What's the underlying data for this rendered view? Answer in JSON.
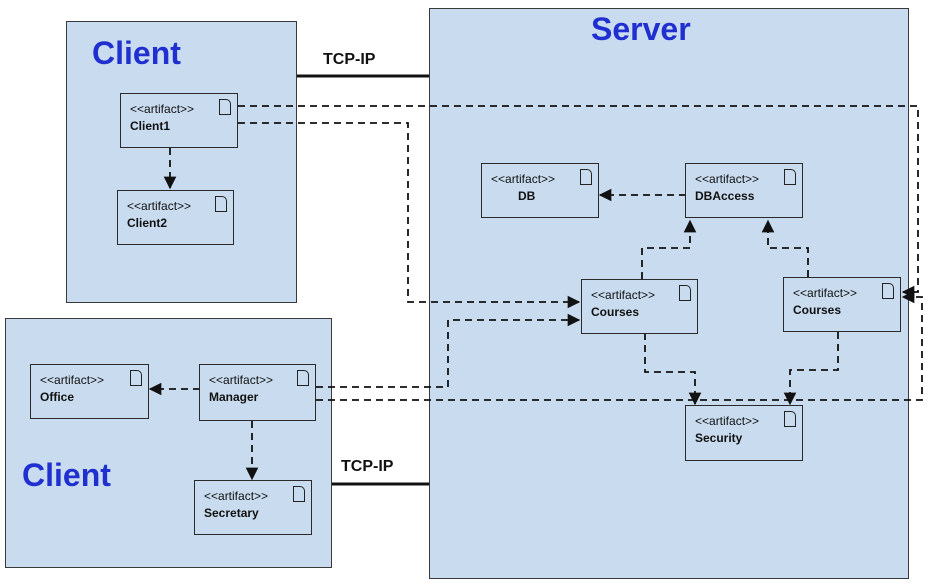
{
  "nodes": {
    "client_top": {
      "title": "Client"
    },
    "server": {
      "title": "Server"
    },
    "client_bottom": {
      "title": "Client"
    }
  },
  "links": {
    "top_label": "TCP-IP",
    "bottom_label": "TCP-IP"
  },
  "stereotype": "<<artifact>>",
  "artifacts": {
    "client1": "Client1",
    "client2": "Client2",
    "db": "DB",
    "dbaccess": "DBAccess",
    "courses_left": "Courses",
    "courses_right": "Courses",
    "security": "Security",
    "office": "Office",
    "manager": "Manager",
    "secretary": "Secretary"
  },
  "colors": {
    "node_fill": "#c9dcef",
    "title_color": "#1f2fd0",
    "line_color": "#111111"
  }
}
